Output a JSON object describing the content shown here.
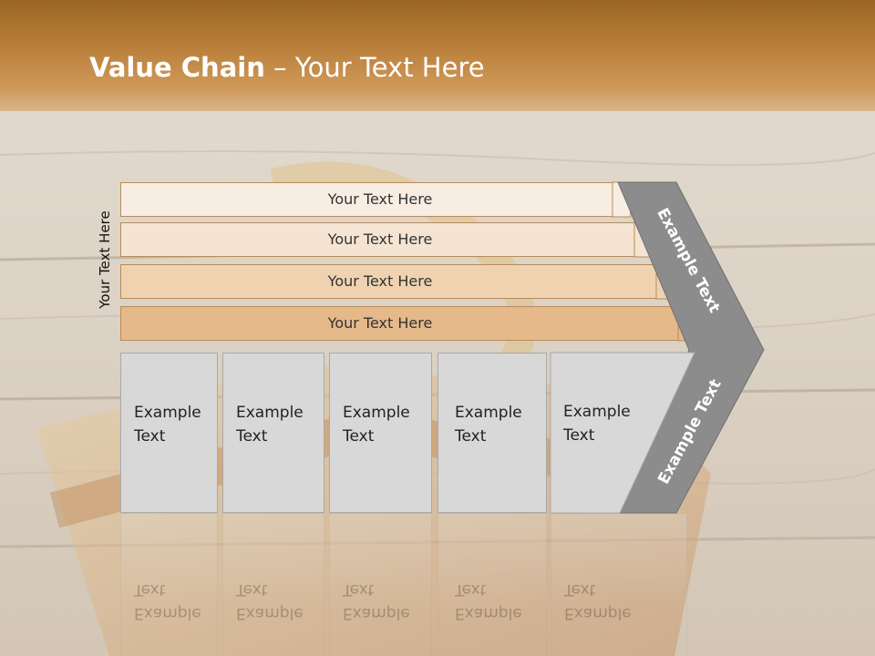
{
  "slide": {
    "title_bold": "Value Chain",
    "title_rest": " – Your Text Here",
    "side_label": "Your Text Here"
  },
  "bars": [
    {
      "label": "Your Text Here",
      "color": "#f8ede2"
    },
    {
      "label": "Your Text Here",
      "color": "#f5e4d1"
    },
    {
      "label": "Your Text Here",
      "color": "#efd3b1"
    },
    {
      "label": "Your Text Here",
      "color": "#e6b98a"
    }
  ],
  "boxes": [
    {
      "line1": "Example",
      "line2": "Text"
    },
    {
      "line1": "Example",
      "line2": "Text"
    },
    {
      "line1": "Example",
      "line2": "Text"
    },
    {
      "line1": "Example",
      "line2": "Text"
    },
    {
      "line1": "Example",
      "line2": "Text"
    }
  ],
  "chevron": {
    "top_text": "Example Text",
    "bottom_text": "Example Text",
    "color": "#8c8c8c"
  },
  "colors": {
    "header": "#b97d38",
    "box_fill": "#d8d8d8"
  }
}
